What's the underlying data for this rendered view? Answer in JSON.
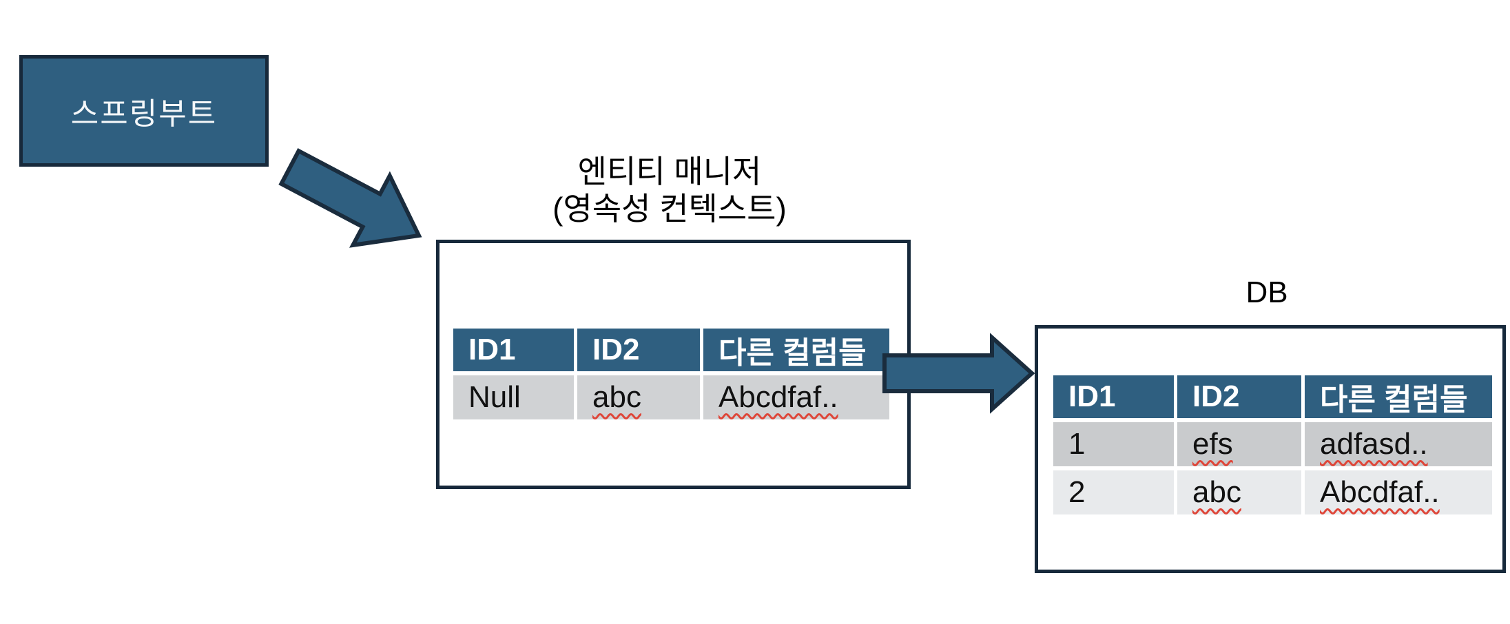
{
  "diagram": {
    "springboot_box": {
      "label": "스프링부트"
    },
    "entity_manager": {
      "title_line1": "엔티티 매니저",
      "title_line2": "(영속성 컨텍스트)",
      "table": {
        "headers": [
          "ID1",
          "ID2",
          "다른 컬럼들"
        ],
        "rows": [
          [
            "Null",
            "abc",
            "Abcdfaf.."
          ]
        ]
      }
    },
    "db": {
      "title": "DB",
      "table": {
        "headers": [
          "ID1",
          "ID2",
          "다른 컬럼들"
        ],
        "rows": [
          [
            "1",
            "efs",
            "adfasd.."
          ],
          [
            "2",
            "abc",
            "Abcdfaf.."
          ]
        ]
      }
    },
    "colors": {
      "accent_blue": "#2F5F80",
      "dark_border": "#17293B",
      "em_row_gray": "#D0D2D4",
      "db_row_dark_gray": "#C9CBCD",
      "db_row_light_gray": "#E8EAEC",
      "squiggle_red": "#DE4639"
    }
  }
}
